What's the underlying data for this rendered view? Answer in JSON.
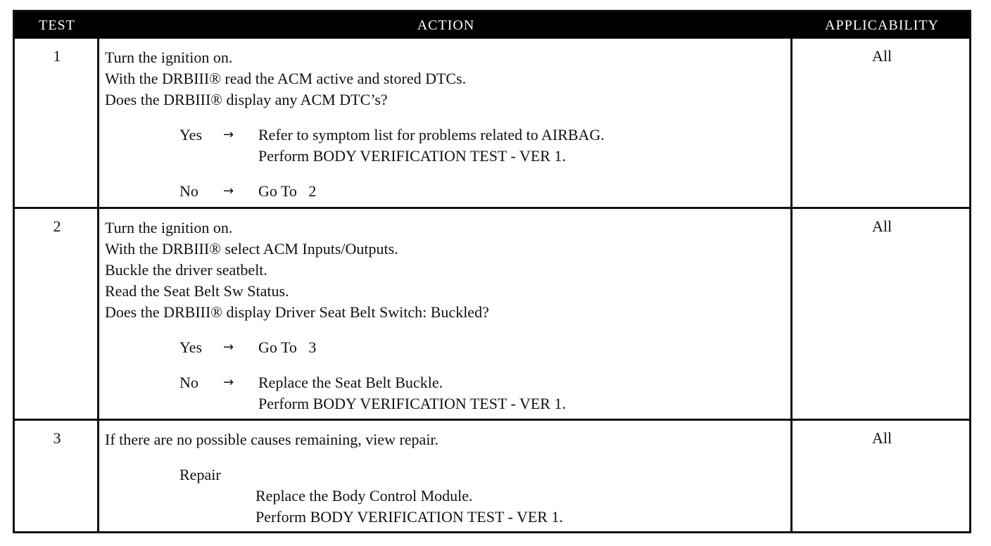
{
  "header": {
    "test": "TEST",
    "action": "ACTION",
    "applicability": "APPLICABILITY"
  },
  "rows": [
    {
      "test": "1",
      "applicability": "All",
      "lines": [
        "Turn the ignition on.",
        "With the DRBIII® read the ACM active and stored DTCs.",
        "Does the DRBIII® display any ACM DTC’s?"
      ],
      "yes": {
        "label": "Yes",
        "arrow": "→",
        "lines": [
          "Refer to symptom list for problems related to AIRBAG.",
          "Perform BODY VERIFICATION TEST - VER 1."
        ]
      },
      "no": {
        "label": "No",
        "arrow": "→",
        "lines": [
          "Go To   2"
        ]
      }
    },
    {
      "test": "2",
      "applicability": "All",
      "lines": [
        "Turn the ignition on.",
        "With the DRBIII® select ACM Inputs/Outputs.",
        "Buckle the driver seatbelt.",
        "Read the Seat Belt Sw Status.",
        "Does the DRBIII® display Driver Seat Belt Switch: Buckled?"
      ],
      "yes": {
        "label": "Yes",
        "arrow": "→",
        "lines": [
          "Go To   3"
        ]
      },
      "no": {
        "label": "No",
        "arrow": "→",
        "lines": [
          "Replace the Seat Belt Buckle.",
          "Perform BODY VERIFICATION TEST - VER 1."
        ]
      }
    },
    {
      "test": "3",
      "applicability": "All",
      "lines": [
        "If there are no possible causes remaining, view repair."
      ],
      "repair": {
        "label": "Repair",
        "lines": [
          "Replace the Body Control Module.",
          "Perform BODY VERIFICATION TEST - VER 1."
        ]
      }
    }
  ]
}
